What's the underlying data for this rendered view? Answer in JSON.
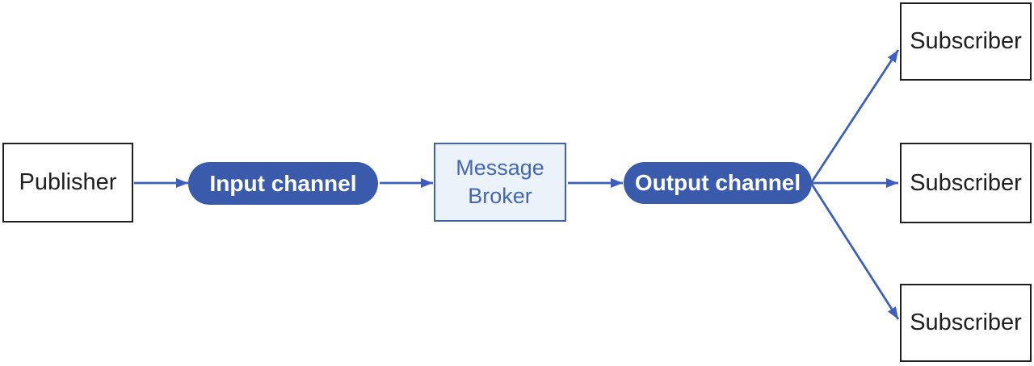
{
  "nodes": {
    "publisher": {
      "label": "Publisher"
    },
    "input_channel": {
      "label": "Input channel"
    },
    "message_broker": {
      "label": "Message Broker"
    },
    "output_channel": {
      "label": "Output channel"
    },
    "subscribers": [
      {
        "label": "Subscriber"
      },
      {
        "label": "Subscriber"
      },
      {
        "label": "Subscriber"
      }
    ]
  },
  "edges": [
    {
      "from": "publisher",
      "to": "input-channel"
    },
    {
      "from": "input-channel",
      "to": "message-broker"
    },
    {
      "from": "message-broker",
      "to": "output-channel"
    },
    {
      "from": "output-channel",
      "to": "subscriber-1"
    },
    {
      "from": "output-channel",
      "to": "subscriber-2"
    },
    {
      "from": "output-channel",
      "to": "subscriber-3"
    }
  ],
  "colors": {
    "background": "#FFFFFF",
    "channel_fill": "#3A5BAC",
    "channel_text": "#FFFFFF",
    "arrow": "#3C5EBC",
    "broker_fill": "#EBF2FA",
    "broker_border": "#3F62B6",
    "broker_text": "#4467AF",
    "box_border": "#1F1F1F",
    "box_text": "#1F1F1F"
  }
}
